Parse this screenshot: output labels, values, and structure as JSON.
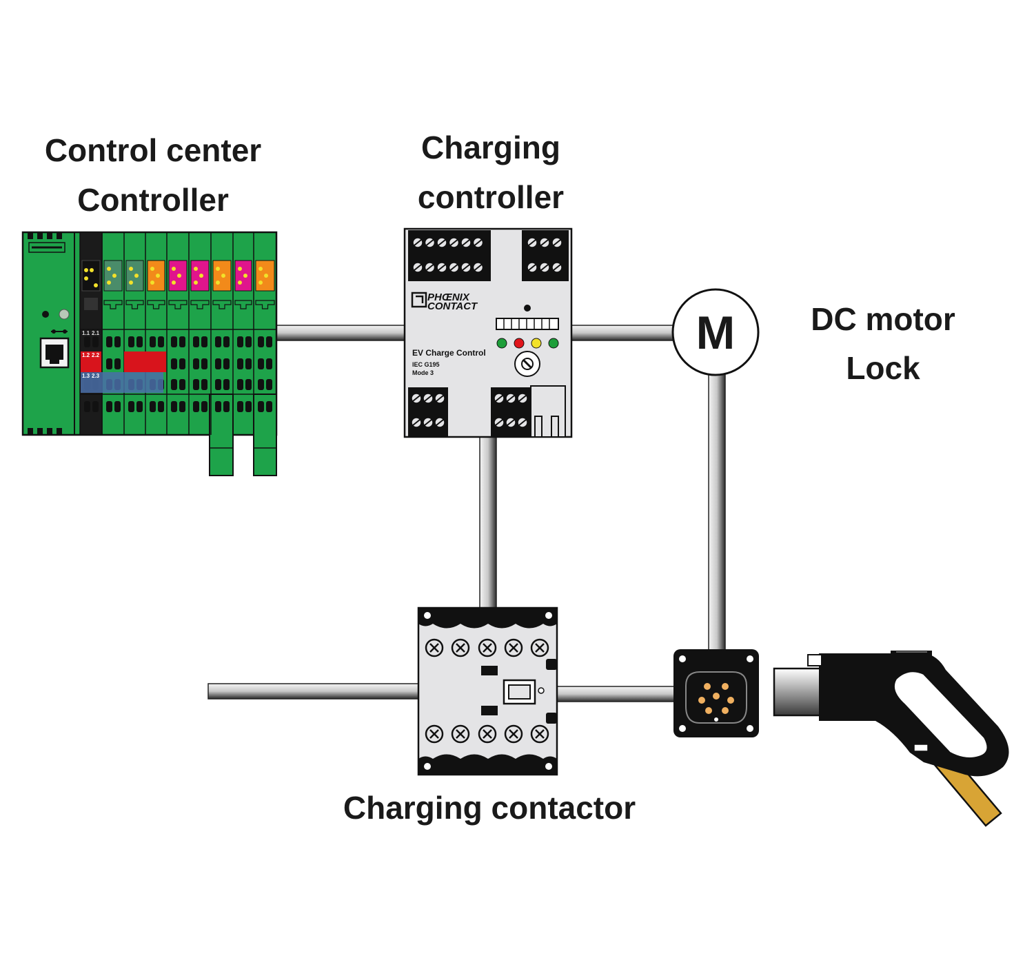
{
  "labels": {
    "control_center_line1": "Control center",
    "control_center_line2": "Controller",
    "charging_controller_line1": "Charging",
    "charging_controller_line2": "controller",
    "dc_motor_line1": "DC motor",
    "dc_motor_line2": "Lock",
    "charging_contactor": "Charging contactor"
  },
  "charge_controller": {
    "brand_line1": "PHŒNIX",
    "brand_line2": "CONTACT",
    "product_name": "EV Charge Control",
    "standard": "IEC G195",
    "mode": "Mode 3",
    "led_colors": [
      "#1e9e3a",
      "#e0151b",
      "#f2e12a",
      "#1e9e3a"
    ]
  },
  "motor": {
    "symbol": "M"
  },
  "plc": {
    "terminal_red_labels": [
      "1.2",
      "2.2"
    ],
    "terminal_blue_labels": [
      "1.3",
      "2.3"
    ],
    "top_labels": [
      "1.1",
      "2.1"
    ],
    "module_colors": [
      "#4a8c6a",
      "#4a8c6a",
      "#f28a1a",
      "#e0158c",
      "#e0158c",
      "#f28a1a",
      "#e0158c",
      "#f28a1a"
    ],
    "body_color": "#1ea34a"
  },
  "icons": {
    "plc": "plc-controller-icon",
    "charge_controller": "charge-controller-module-icon",
    "motor": "motor-icon",
    "contactor": "contactor-icon",
    "socket": "charging-socket-icon",
    "plug": "charging-plug-icon"
  }
}
